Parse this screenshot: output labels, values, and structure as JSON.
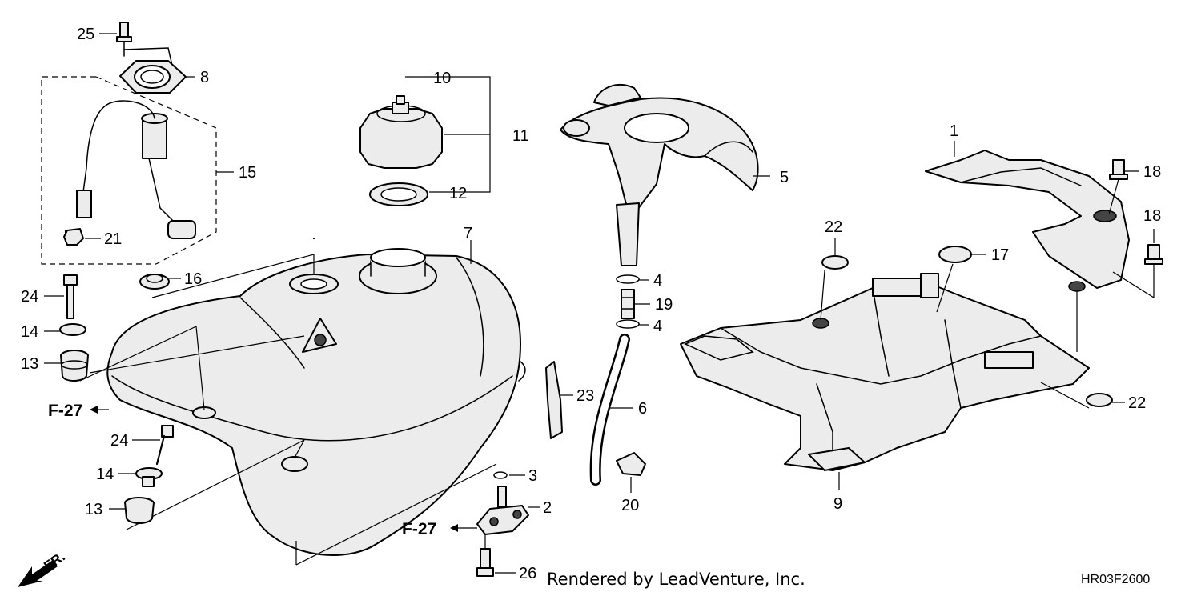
{
  "diagram": {
    "callouts": [
      {
        "id": "c1",
        "label": "1"
      },
      {
        "id": "c2",
        "label": "2"
      },
      {
        "id": "c3",
        "label": "3"
      },
      {
        "id": "c4a",
        "label": "4"
      },
      {
        "id": "c4b",
        "label": "4"
      },
      {
        "id": "c5",
        "label": "5"
      },
      {
        "id": "c6",
        "label": "6"
      },
      {
        "id": "c7",
        "label": "7"
      },
      {
        "id": "c8",
        "label": "8"
      },
      {
        "id": "c9",
        "label": "9"
      },
      {
        "id": "c10",
        "label": "10"
      },
      {
        "id": "c11",
        "label": "11"
      },
      {
        "id": "c12",
        "label": "12"
      },
      {
        "id": "c13a",
        "label": "13"
      },
      {
        "id": "c13b",
        "label": "13"
      },
      {
        "id": "c14a",
        "label": "14"
      },
      {
        "id": "c14b",
        "label": "14"
      },
      {
        "id": "c15",
        "label": "15"
      },
      {
        "id": "c16",
        "label": "16"
      },
      {
        "id": "c17",
        "label": "17"
      },
      {
        "id": "c18a",
        "label": "18"
      },
      {
        "id": "c18b",
        "label": "18"
      },
      {
        "id": "c19",
        "label": "19"
      },
      {
        "id": "c20",
        "label": "20"
      },
      {
        "id": "c21",
        "label": "21"
      },
      {
        "id": "c22a",
        "label": "22"
      },
      {
        "id": "c22b",
        "label": "22"
      },
      {
        "id": "c23",
        "label": "23"
      },
      {
        "id": "c24a",
        "label": "24"
      },
      {
        "id": "c24b",
        "label": "24"
      },
      {
        "id": "c25",
        "label": "25"
      },
      {
        "id": "c26",
        "label": "26"
      }
    ],
    "references": [
      {
        "id": "ref1",
        "label": "F-27"
      },
      {
        "id": "ref2",
        "label": "F-27"
      }
    ],
    "front_label": "FR.",
    "credit": "Rendered by LeadVenture, Inc.",
    "drawing_code": "HR03F2600"
  }
}
